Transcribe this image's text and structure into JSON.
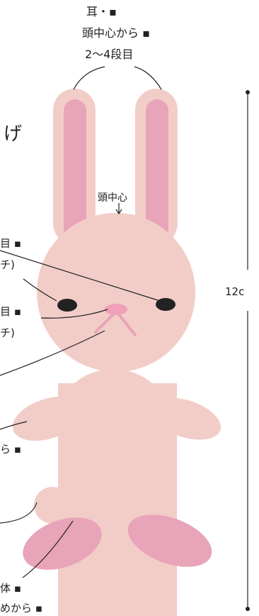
{
  "labels": {
    "ear_line1": "耳・▪",
    "ear_line2": "頭中心から ▪",
    "ear_line3": "2〜4段目",
    "title_fragment": "げ",
    "head_center": "頭中心",
    "eye_label_a": "目 ▪",
    "eye_label_b": "チ)",
    "nose_label_a": "目 ▪",
    "nose_label_b": "チ)",
    "arm_label": "ら ▪",
    "body_label_a": "体 ▪",
    "body_label_b": "めから ▪",
    "height_label": "12c"
  },
  "colors": {
    "body": "#f2cdc8",
    "inner_ear": "#e8a4b8",
    "nose": "#f0a0b8",
    "mouth": "#e9a3b6",
    "eye": "#222222",
    "line": "#222222"
  }
}
